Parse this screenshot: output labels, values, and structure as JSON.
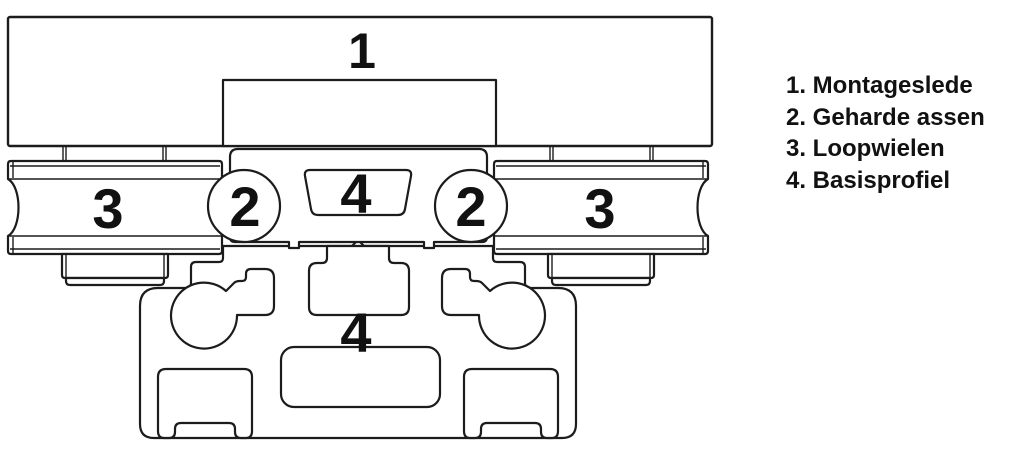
{
  "diagram": {
    "stroke_color": "#1c1c1c",
    "background": "#ffffff",
    "callouts": {
      "plate": "1",
      "shaft_left": "2",
      "shaft_right": "2",
      "wheel_left": "3",
      "wheel_right": "3",
      "slot_top": "4",
      "profile": "4"
    }
  },
  "legend": {
    "items": [
      {
        "label": "1. Montageslede"
      },
      {
        "label": "2. Geharde assen"
      },
      {
        "label": "3. Loopwielen"
      },
      {
        "label": "4. Basisprofiel"
      }
    ]
  }
}
